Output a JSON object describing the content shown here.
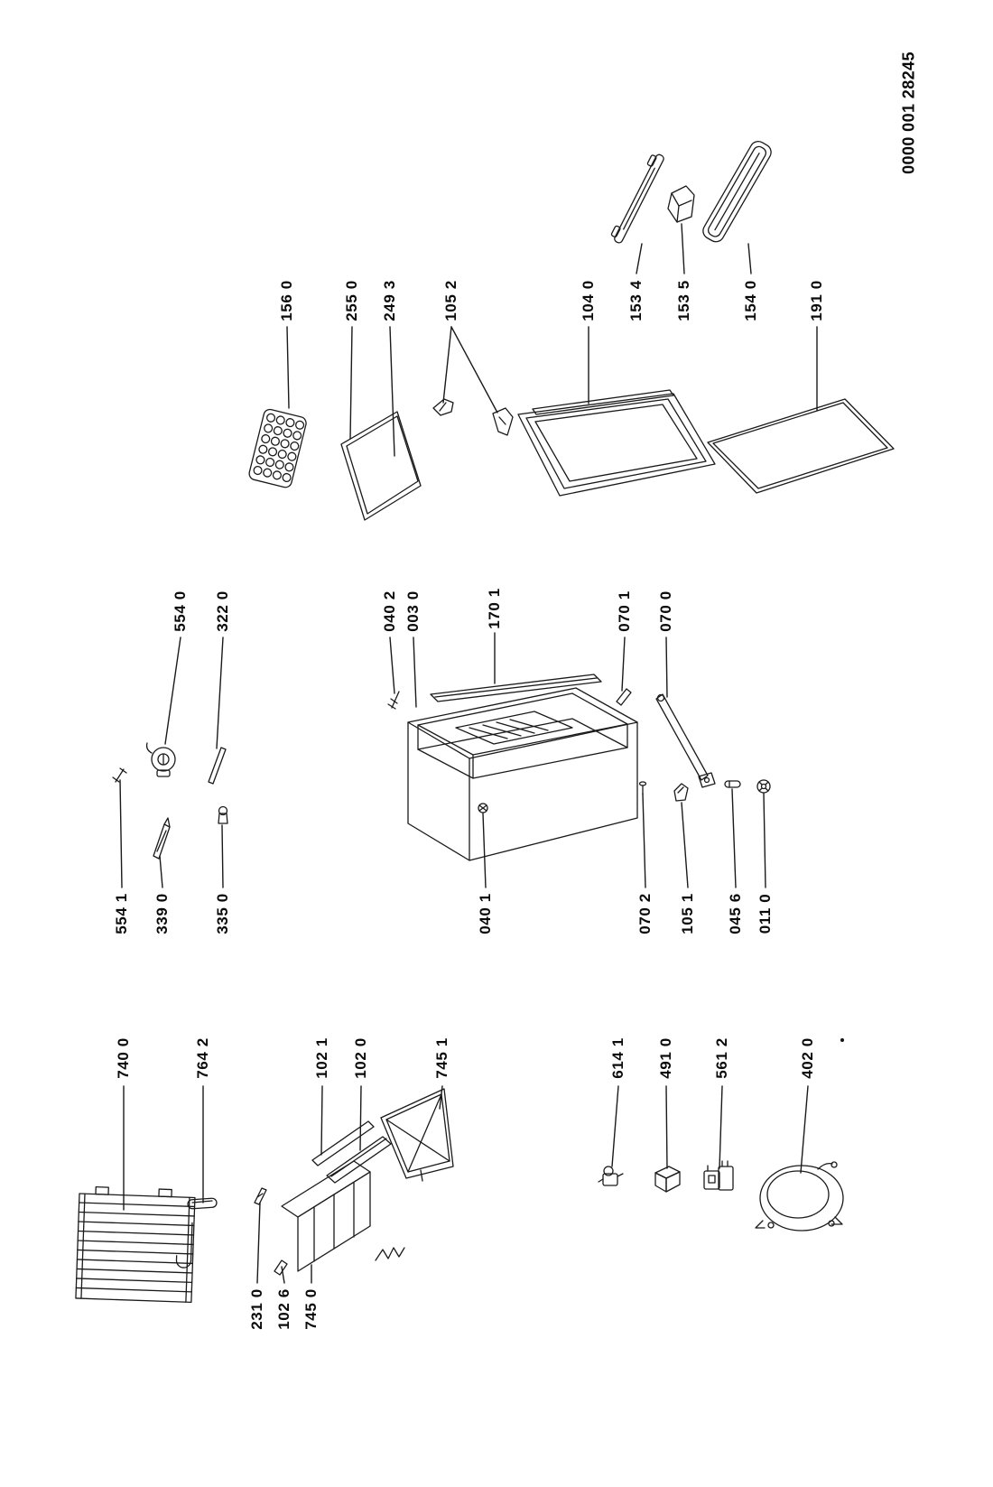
{
  "drawing": {
    "document_code": "0000 001 28245",
    "part_labels": [
      {
        "text": "156 0"
      },
      {
        "text": "255 0"
      },
      {
        "text": "249 3"
      },
      {
        "text": "105 2"
      },
      {
        "text": "104 0"
      },
      {
        "text": "153 4"
      },
      {
        "text": "153 5"
      },
      {
        "text": "154 0"
      },
      {
        "text": "191 0"
      },
      {
        "text": "554 0"
      },
      {
        "text": "322 0"
      },
      {
        "text": "040 2"
      },
      {
        "text": "003 0"
      },
      {
        "text": "170 1"
      },
      {
        "text": "070 1"
      },
      {
        "text": "070 0"
      },
      {
        "text": "554 1"
      },
      {
        "text": "339 0"
      },
      {
        "text": "335 0"
      },
      {
        "text": "040 1"
      },
      {
        "text": "070 2"
      },
      {
        "text": "105 1"
      },
      {
        "text": "045 6"
      },
      {
        "text": "011 0"
      },
      {
        "text": "740 0"
      },
      {
        "text": "764 2"
      },
      {
        "text": "102 1"
      },
      {
        "text": "102 0"
      },
      {
        "text": "745 1"
      },
      {
        "text": "614 1"
      },
      {
        "text": "491 0"
      },
      {
        "text": "561 2"
      },
      {
        "text": "402 0"
      },
      {
        "text": "231 0"
      },
      {
        "text": "102 6"
      },
      {
        "text": "745 0"
      }
    ]
  }
}
